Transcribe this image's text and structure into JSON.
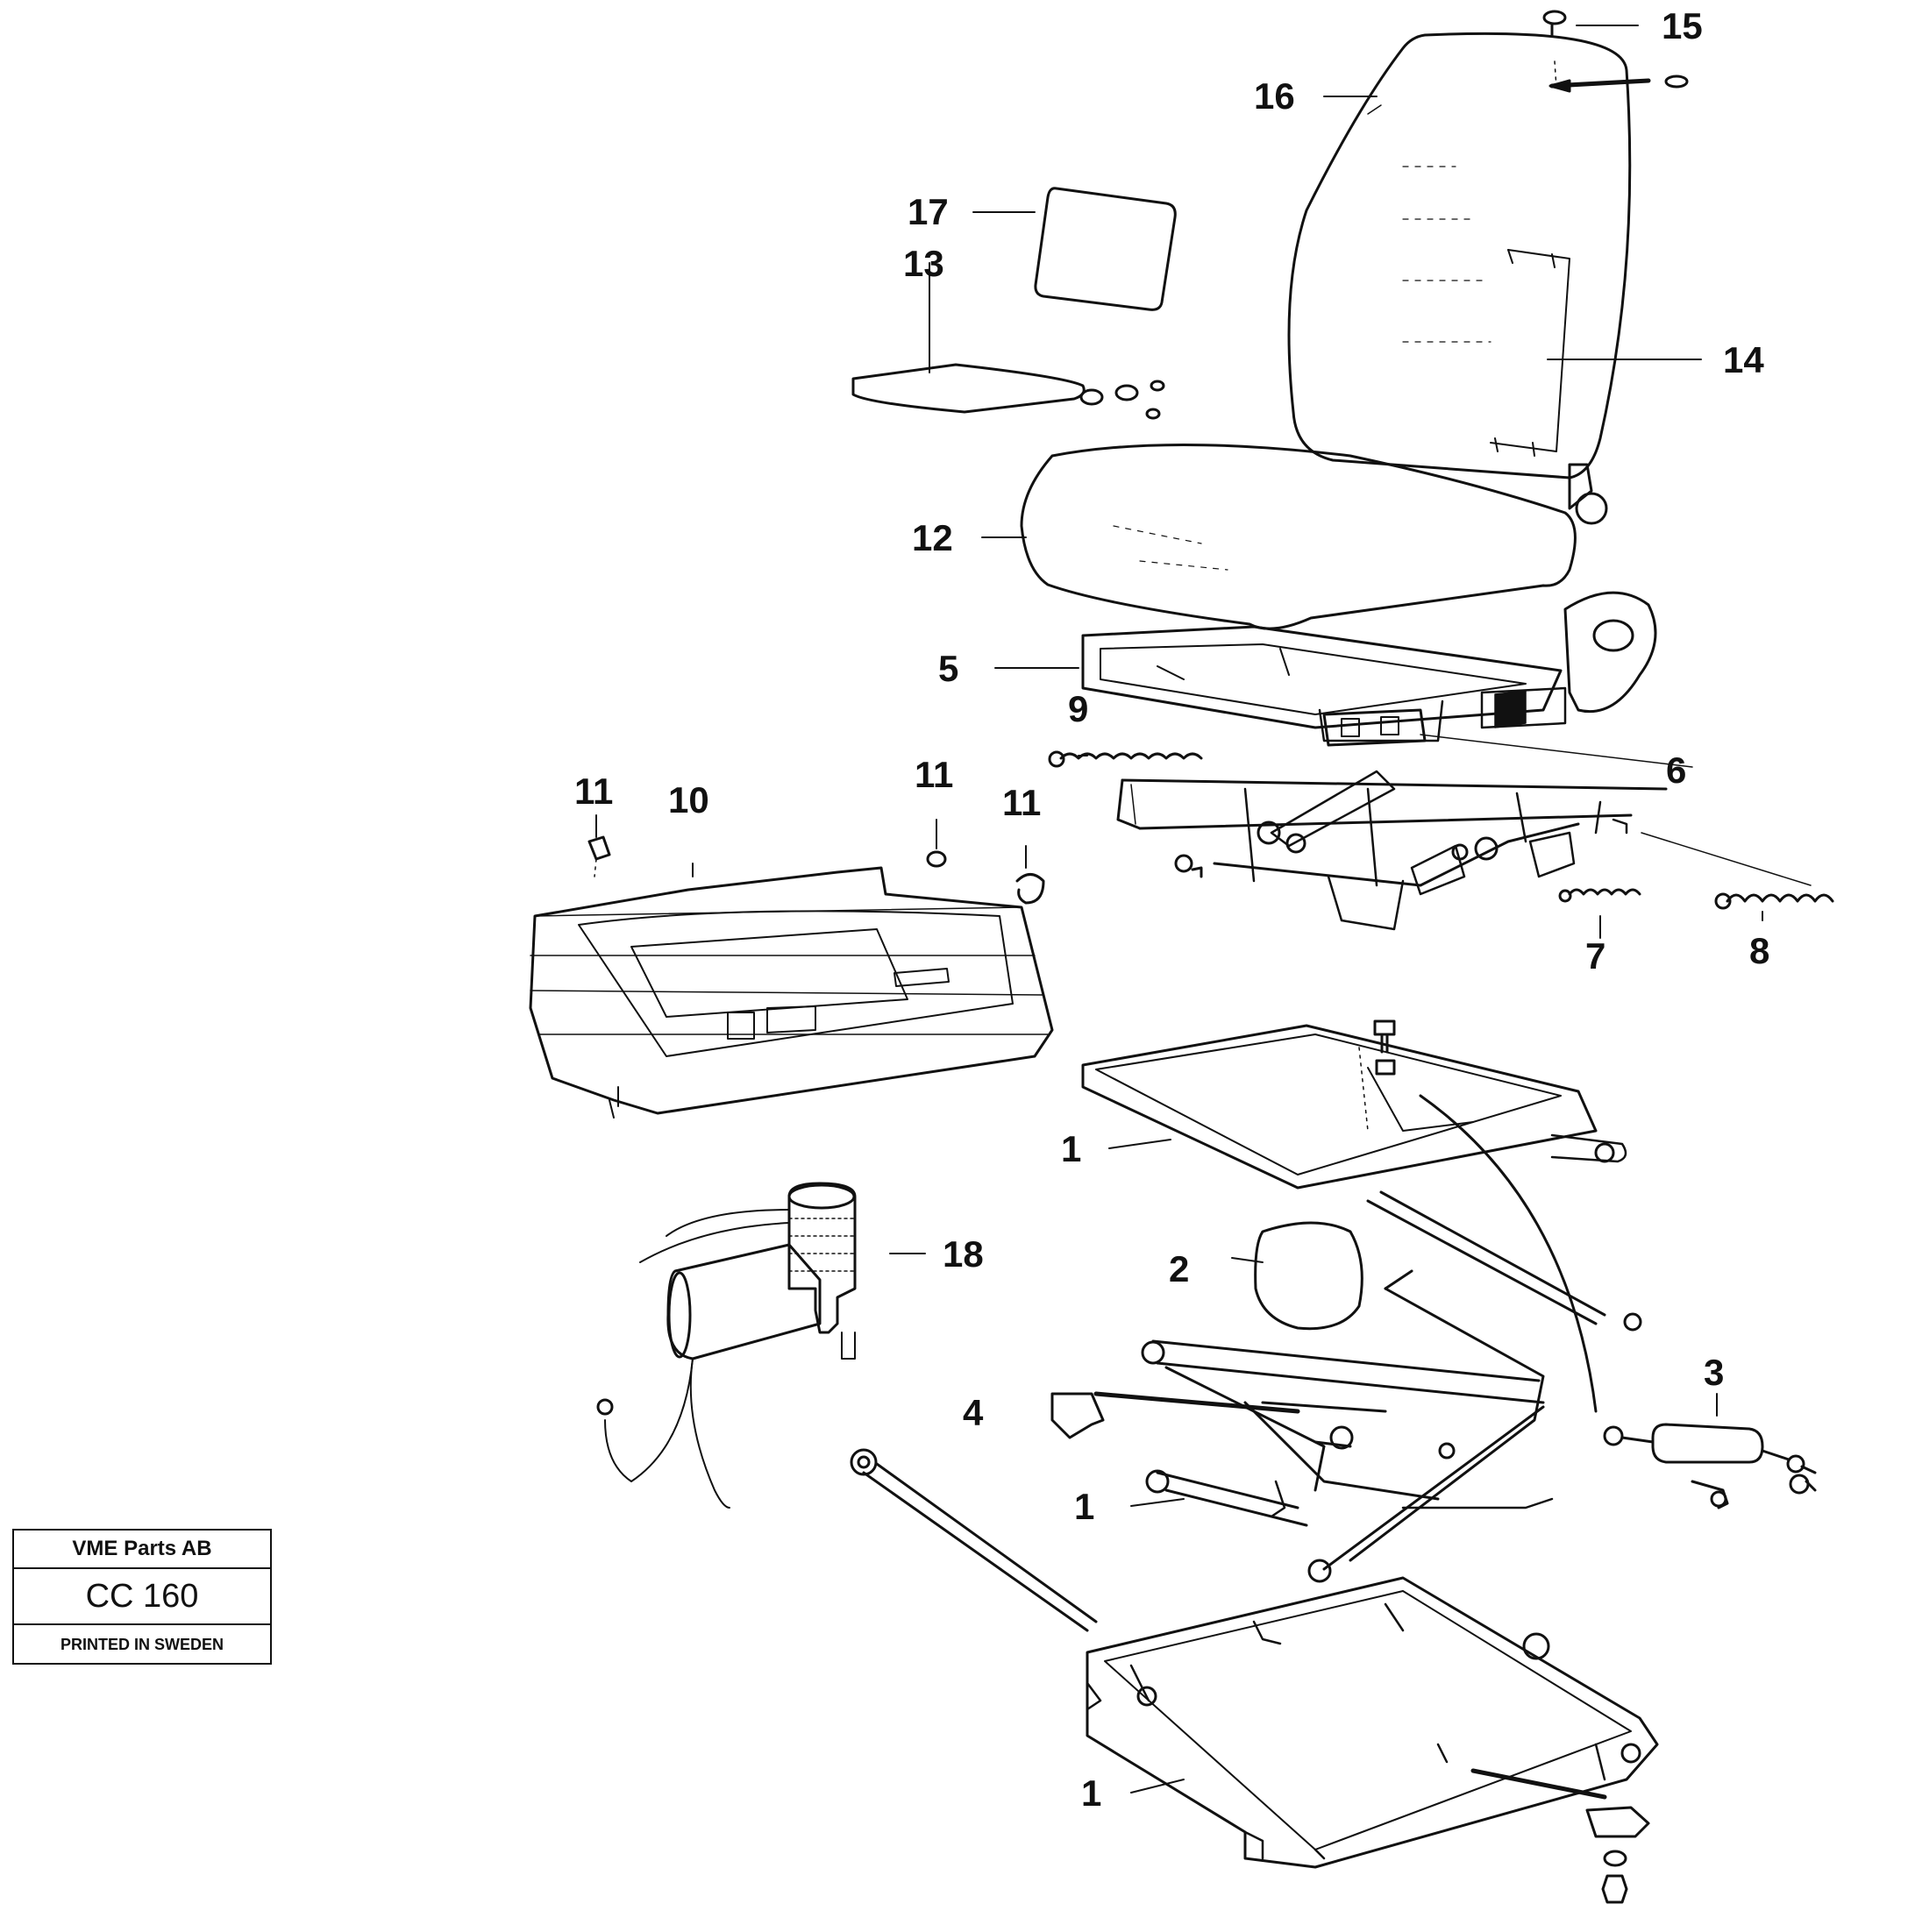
{
  "diagram": {
    "callouts": {
      "c1a": "1",
      "c1b": "1",
      "c1c": "1",
      "c2": "2",
      "c3": "3",
      "c4": "4",
      "c5": "5",
      "c6": "6",
      "c7": "7",
      "c8": "8",
      "c9": "9",
      "c10": "10",
      "c11a": "11",
      "c11b": "11",
      "c11c": "11",
      "c12": "12",
      "c13": "13",
      "c14": "14",
      "c15": "15",
      "c16": "16",
      "c17": "17",
      "c18": "18"
    }
  },
  "stamp": {
    "company": "VME Parts AB",
    "code": "CC 160",
    "printed": "PRINTED IN SWEDEN"
  }
}
